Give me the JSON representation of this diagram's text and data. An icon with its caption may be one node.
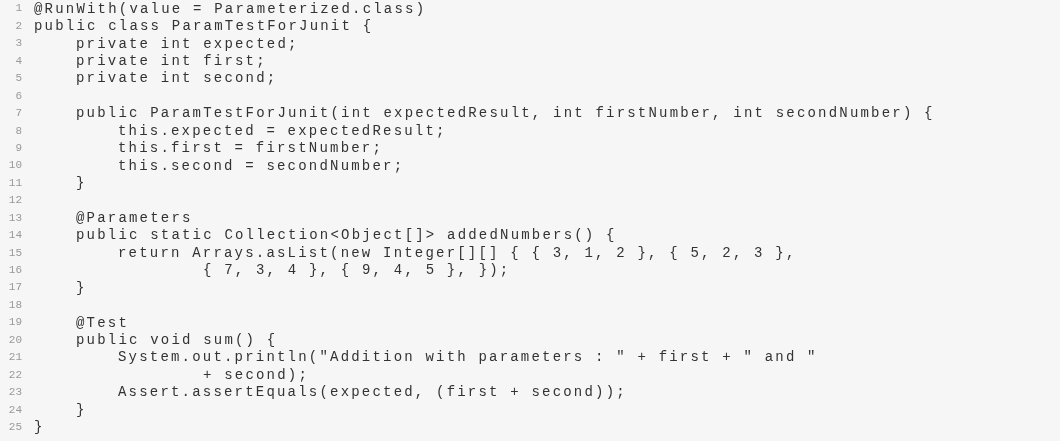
{
  "diagram": {
    "labels": [
      "1",
      "@RunWith(value = Parameterized.class)",
      "2",
      "public class ParamTestForJunit {",
      "3",
      "private int expected;",
      "4",
      "private int first;",
      "5",
      "private int second;",
      "6",
      "7",
      "public ParamTestForJunit(int expectedResult, int firstNumber, int secondNumber) {",
      "8",
      "this.expected = expectedResult;",
      "9",
      "this.first = firstNumber;",
      "10",
      "this.second = secondNumber;",
      "11",
      "}",
      "12",
      "13",
      "@Parameters",
      "14",
      "public static Collection<Object[]> addedNumbers() {",
      "15",
      "return Arrays.asList(new Integer[][] { { 3, 1, 2 }, { 5, 2, 3 },",
      "16",
      "{ 7, 3, 4 }, { 9, 4, 5 }, });",
      "17",
      "}",
      "18",
      "19",
      "@Test",
      "20",
      "public void sum() {",
      "21",
      "System.out.println(\"Addition with parameters : \" + first + \" and \"",
      "22",
      "+ second);",
      "23",
      "Assert.assertEquals(expected, (first + second));",
      "24",
      "}",
      "25",
      "}"
    ]
  }
}
